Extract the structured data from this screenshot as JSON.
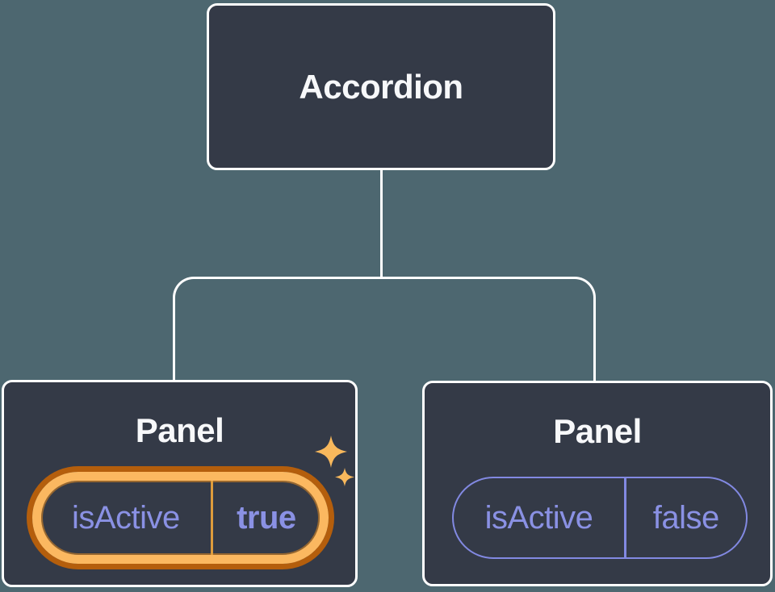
{
  "tree": {
    "root": {
      "label": "Accordion"
    },
    "children": [
      {
        "label": "Panel",
        "state_key": "isActive",
        "state_value": "true",
        "highlighted": true
      },
      {
        "label": "Panel",
        "state_key": "isActive",
        "state_value": "false",
        "highlighted": false
      }
    ]
  },
  "icons": {
    "highlight": "sparkles-icon"
  },
  "colors": {
    "background": "#4D6770",
    "node_fill": "#343A47",
    "node_border": "#FFFFFF",
    "connector": "#FFFFFF",
    "title_text": "#F7F8FA",
    "state_text": "#8A91E4",
    "pill_border_inactive": "#8289E2",
    "highlight_ring_light": "#FBB860",
    "highlight_ring_dark": "#B45E0C",
    "highlight_divider": "#DE9C3C",
    "sparkle": "#F8B85C"
  }
}
